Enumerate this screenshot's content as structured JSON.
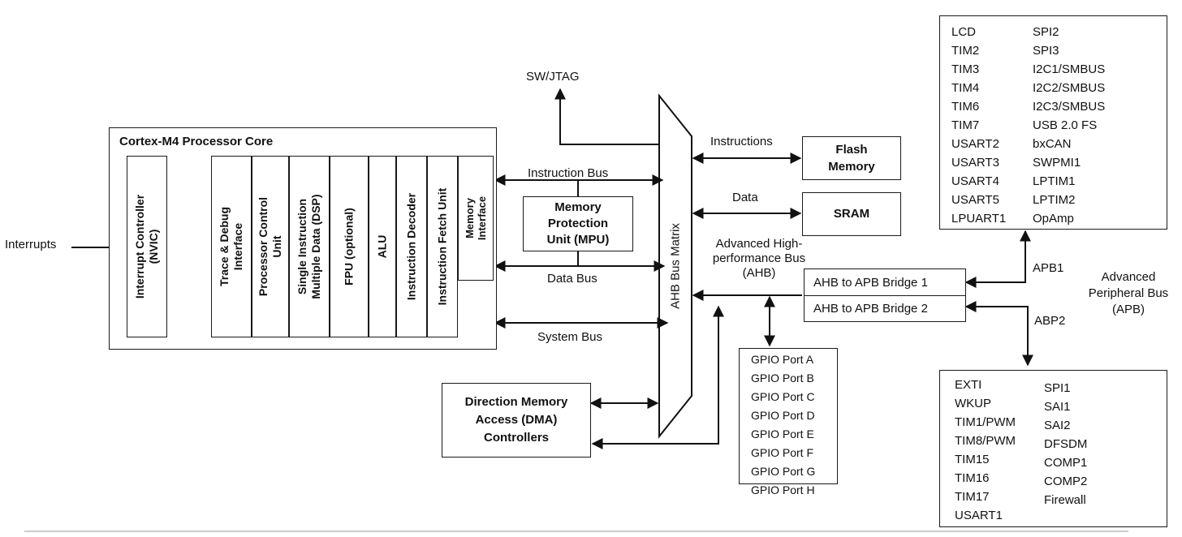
{
  "labels": {
    "sw_jtag": "SW/JTAG",
    "interrupts": "Interrupts",
    "instruction_bus": "Instruction Bus",
    "data_bus": "Data Bus",
    "system_bus": "System Bus",
    "instructions": "Instructions",
    "data": "Data",
    "ahb_label": "Advanced High-\nperformance Bus\n(AHB)",
    "apb1": "APB1",
    "abp2": "ABP2",
    "apb_label": "Advanced\nPeripheral Bus\n(APB)"
  },
  "core": {
    "title": "Cortex-M4 Processor Core",
    "nvic": "Interrupt Controller\n(NVIC)",
    "columns": [
      "Trace & Debug\nInterface",
      "Processor Control\nUnit",
      "Single Instruction\nMultiple Data (DSP)",
      "FPU (optional)",
      "ALU",
      "Instruction Decoder",
      "Instruction Fetch Unit"
    ],
    "memory_interface": "Memory\nInterface",
    "mpu": "Memory\nProtection\nUnit (MPU)"
  },
  "bus_matrix": "AHB Bus Matrix",
  "flash": "Flash\nMemory",
  "sram": "SRAM",
  "bridge1": "AHB to APB Bridge 1",
  "bridge2": "AHB to APB Bridge 2",
  "dma": "Direction Memory\nAccess (DMA)\nControllers",
  "gpio_ports": [
    "GPIO Port A",
    "GPIO Port B",
    "GPIO Port C",
    "GPIO Port D",
    "GPIO Port E",
    "GPIO Port F",
    "GPIO Port G",
    "GPIO Port H"
  ],
  "apb1_left": [
    "LCD",
    "TIM2",
    "TIM3",
    "TIM4",
    "TIM6",
    "TIM7",
    "USART2",
    "USART3",
    "USART4",
    "USART5",
    "LPUART1"
  ],
  "apb1_right": [
    "SPI2",
    "SPI3",
    "I2C1/SMBUS",
    "I2C2/SMBUS",
    "I2C3/SMBUS",
    "USB 2.0 FS",
    "bxCAN",
    "SWPMI1",
    "LPTIM1",
    "LPTIM2",
    "OpAmp"
  ],
  "apb2_left": [
    "EXTI",
    "WKUP",
    "TIM1/PWM",
    "TIM8/PWM",
    "TIM15",
    "TIM16",
    "TIM17",
    "USART1"
  ],
  "apb2_right": [
    "SPI1",
    "SAI1",
    "SAI2",
    "DFSDM",
    "COMP1",
    "COMP2",
    "Firewall"
  ]
}
